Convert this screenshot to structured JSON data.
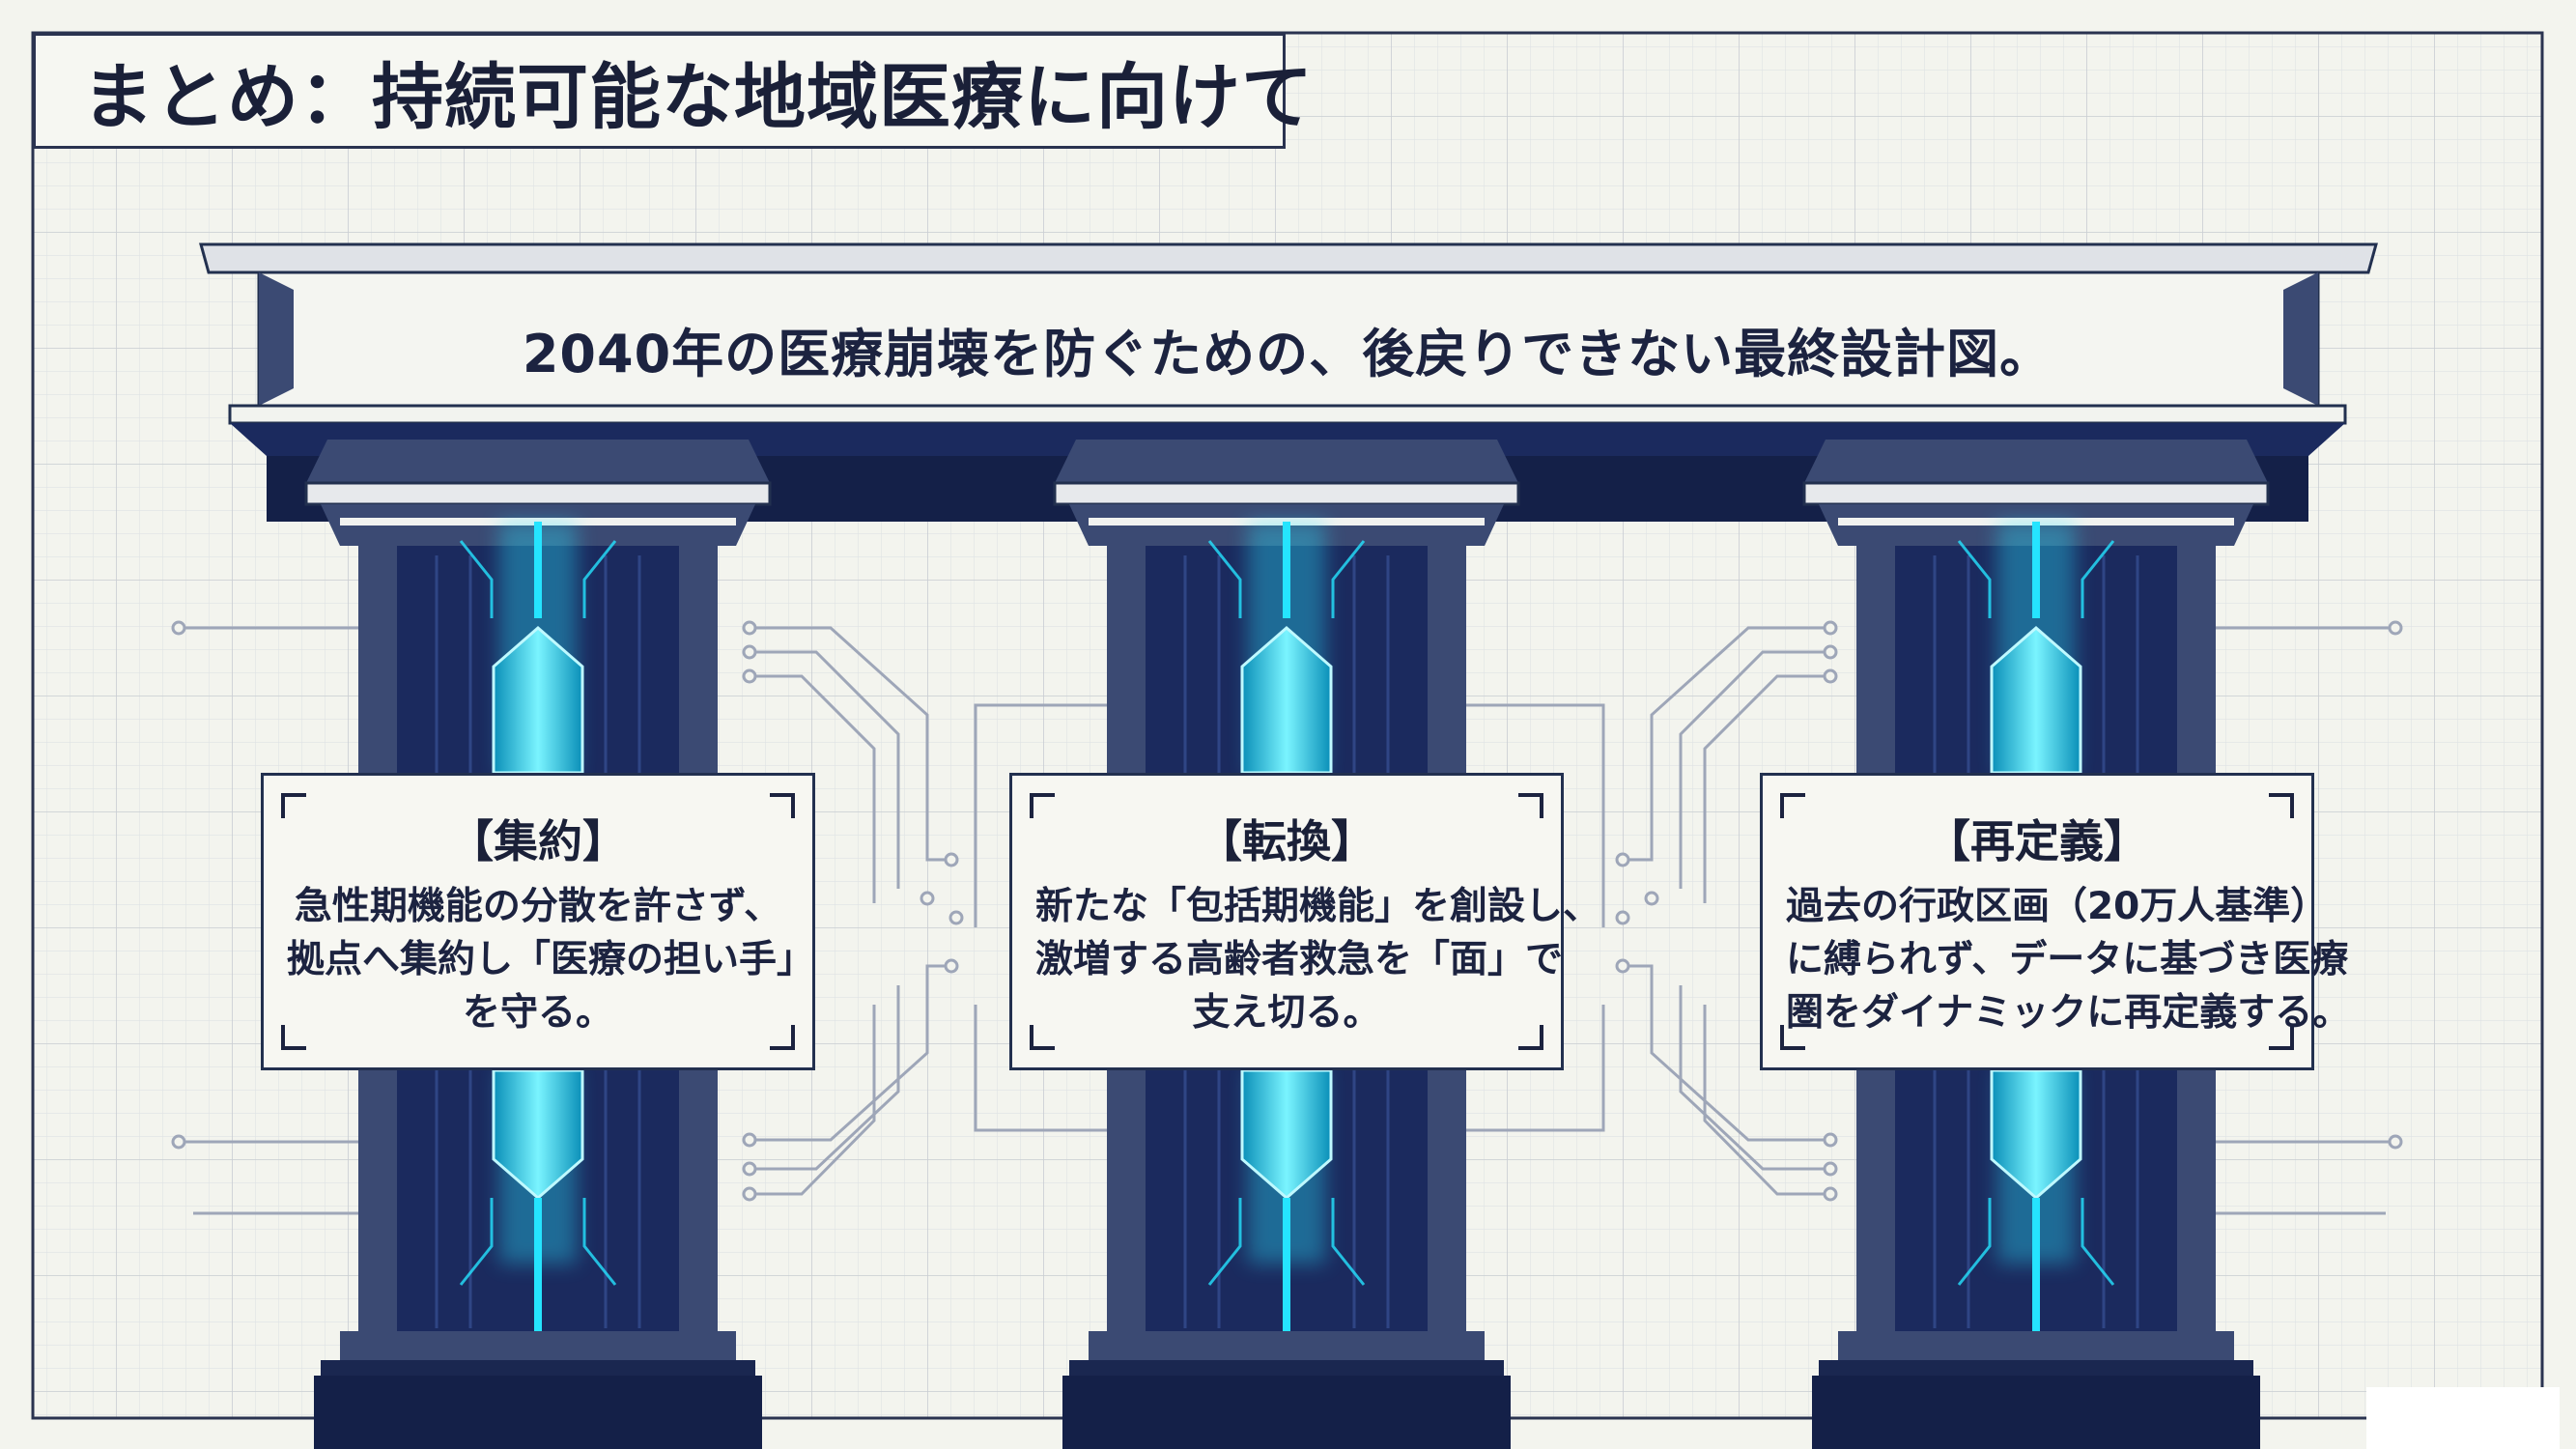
{
  "title": "まとめ：持続可能な地域医療に向けて",
  "banner": "2040年の医療崩壊を防ぐための、後戻りできない最終設計図。",
  "pillars": [
    {
      "heading": "【集約】",
      "lines": [
        "急性期機能の分散を許さず、",
        "拠点へ集約し「医療の担い手」",
        "を守る。"
      ]
    },
    {
      "heading": "【転換】",
      "lines": [
        "新たな「包括期機能」を創設し、",
        "激増する高齢者救急を「面」で",
        "支え切る。"
      ]
    },
    {
      "heading": "【再定義】",
      "lines": [
        "過去の行政区画（20万人基準）",
        "に縛られず、データに基づき医療",
        "圏をダイナミックに再定義する。"
      ]
    }
  ],
  "colors": {
    "navy": "#1b2a5e",
    "navy_dark": "#142048",
    "stone": "#3b4a73",
    "glow": "#25e4ff",
    "grid_line": "#d7dade",
    "background": "#f3f4ee"
  }
}
